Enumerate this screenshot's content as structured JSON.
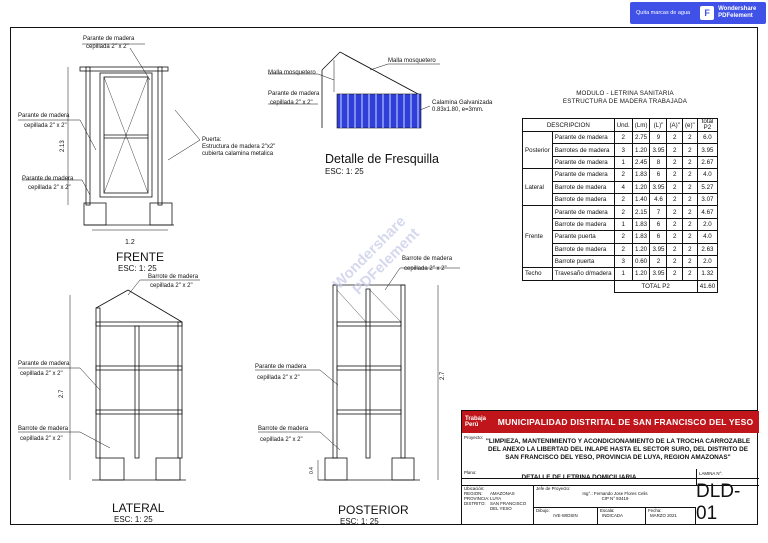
{
  "watermark": {
    "button": "Quita marcas de agua",
    "brand_line1": "Wondershare",
    "brand_line2": "PDFelement",
    "logo": "F",
    "diagonal_line1": "Wondershare",
    "diagonal_line2": "PDFelement"
  },
  "drawing": {
    "frente": {
      "title": "FRENTE",
      "scale": "ESC: 1: 25",
      "dim_height": "2.13",
      "dim_width": "1.2",
      "lbl_top_1": "Parante de madera",
      "lbl_top_2": "cepillada 2\" x 2\"",
      "lbl_left_1": "Parante de madera",
      "lbl_left_2": "cepillada 2\" x 2\"",
      "lbl_left2_1": "Parante de madera",
      "lbl_left2_2": "cepillada 2\" x 2\"",
      "puerta_1": "Puerta:",
      "puerta_2": "Estructura de madera 2\"x2\"",
      "puerta_3": "cubierta calamina metalica"
    },
    "fresquilla": {
      "title": "Detalle de Fresquilla",
      "scale": "ESC: 1: 25",
      "malla_1": "Malla mosquetero",
      "malla_2": "Malla mosquetero",
      "parante_1": "Parante de madera",
      "parante_2": "cepillada 2\" x 2\"",
      "calamina_1": "Calamina Galvanizada",
      "calamina_2": "0.83x1.80, e=3mm."
    },
    "lateral": {
      "title": "LATERAL",
      "scale": "ESC: 1: 25",
      "dim_height": "2.7",
      "barrote_top_1": "Barrote de madera",
      "barrote_top_2": "cepillada 2\" x 2\"",
      "parante_1": "Parante de madera",
      "parante_2": "cepillada 2\" x 2\"",
      "barrote_1": "Barrote de madera",
      "barrote_2": "cepillada 2\" x 2\""
    },
    "posterior": {
      "title": "POSTERIOR",
      "scale": "ESC: 1: 25",
      "dim_height": "2.7",
      "dim_small": "0.4",
      "barrote_top_1": "Barrote de madera",
      "barrote_top_2": "cepillada 2\" x 2\"",
      "parante_1": "Parante de madera",
      "parante_2": "cepillada 2\" x 2\"",
      "barrote_1": "Barrote de madera",
      "barrote_2": "cepillada 2\" x 2\""
    }
  },
  "table": {
    "title_line1": "MODULO - LETRINA SANITARIA",
    "title_line2": "ESTRUCTURA  DE MADERA TRABAJADA",
    "headers": [
      "DESCRIPCION",
      "Und.",
      "(Lm)",
      "(L)\"",
      "(A)\"",
      "(e)\"",
      "total P2"
    ],
    "groups": [
      {
        "name": "Posterior",
        "rows": [
          [
            "Parante de madera",
            "2",
            "2.75",
            "9",
            "2",
            "2",
            "6.0"
          ],
          [
            "Barrotes de madera",
            "3",
            "1.20",
            "3.95",
            "2",
            "2",
            "3.95"
          ],
          [
            "Parante de madera",
            "1",
            "2.45",
            "8",
            "2",
            "2",
            "2.67"
          ]
        ]
      },
      {
        "name": "Lateral",
        "rows": [
          [
            "Parante de madera",
            "2",
            "1.83",
            "6",
            "2",
            "2",
            "4.0"
          ],
          [
            "Barrote de madera",
            "4",
            "1.20",
            "3.95",
            "2",
            "2",
            "5.27"
          ],
          [
            "Barrote de madera",
            "2",
            "1.40",
            "4.6",
            "2",
            "2",
            "3.07"
          ]
        ]
      },
      {
        "name": "Frente",
        "rows": [
          [
            "Parante de madera",
            "2",
            "2.15",
            "7",
            "2",
            "2",
            "4.67"
          ],
          [
            "Barrote de madera",
            "1",
            "1.83",
            "6",
            "2",
            "2",
            "2.0"
          ],
          [
            "Parante  puerta",
            "2",
            "1.83",
            "6",
            "2",
            "2",
            "4.0"
          ],
          [
            "Barrote de madera",
            "2",
            "1.20",
            "3.95",
            "2",
            "2",
            "2.63"
          ],
          [
            "Barrote  puerta",
            "3",
            "0.60",
            "2",
            "2",
            "2",
            "2.0"
          ]
        ]
      },
      {
        "name": "Techo",
        "rows": [
          [
            "Travesaño d/madera",
            "1",
            "1.20",
            "3.95",
            "2",
            "2",
            "1.32"
          ]
        ]
      }
    ],
    "total_label": "TOTAL  P2",
    "total_value": "41.60"
  },
  "titleblock": {
    "logo_line1": "Trabaja",
    "logo_line2": "Perú",
    "municipality": "MUNICIPALIDAD DISTRITAL DE SAN FRANCISCO DEL YESO",
    "project_label": "Proyecto:",
    "project": "\"LIMPIEZA, MANTENIMIENTO Y ACONDICIONAMIENTO DE LA TROCHA CARROZABLE DEL ANEXO LA LIBERTAD DEL INLAPE HASTA EL SECTOR SURO, DEL DISTRITO DE SAN FRANCISCO DEL YESO, PROVINCIA DE LUYA, REGION AMAZONAS\"",
    "plano_label": "Plano:",
    "plano": "DETALLE DE LETRINA DOMICILIARIA",
    "lamina_label": "LAMINA N°:",
    "ubicacion_label": "Ubicación:",
    "region_label": "REGION:",
    "region": "AMAZONAS",
    "provincia_label": "PROVINCIA:",
    "provincia": "LUYA",
    "distrito_label": "DISTRITO:",
    "distrito": "SAN FRANCISCO DEL YESO",
    "resp_label": "Jefe de Proyecto:",
    "resp": "Ing°.: Fernando Jose Flores Celis",
    "cip": "CIP N° 93419",
    "ing_label": "Dibujo:",
    "ing_code": "IVE-WIDSIN",
    "escala_label": "Escala:",
    "escala": "INDICADA",
    "fecha_label": "Fecha:",
    "fecha": "MARZO 2021",
    "sheet_code": "DLD-01"
  }
}
